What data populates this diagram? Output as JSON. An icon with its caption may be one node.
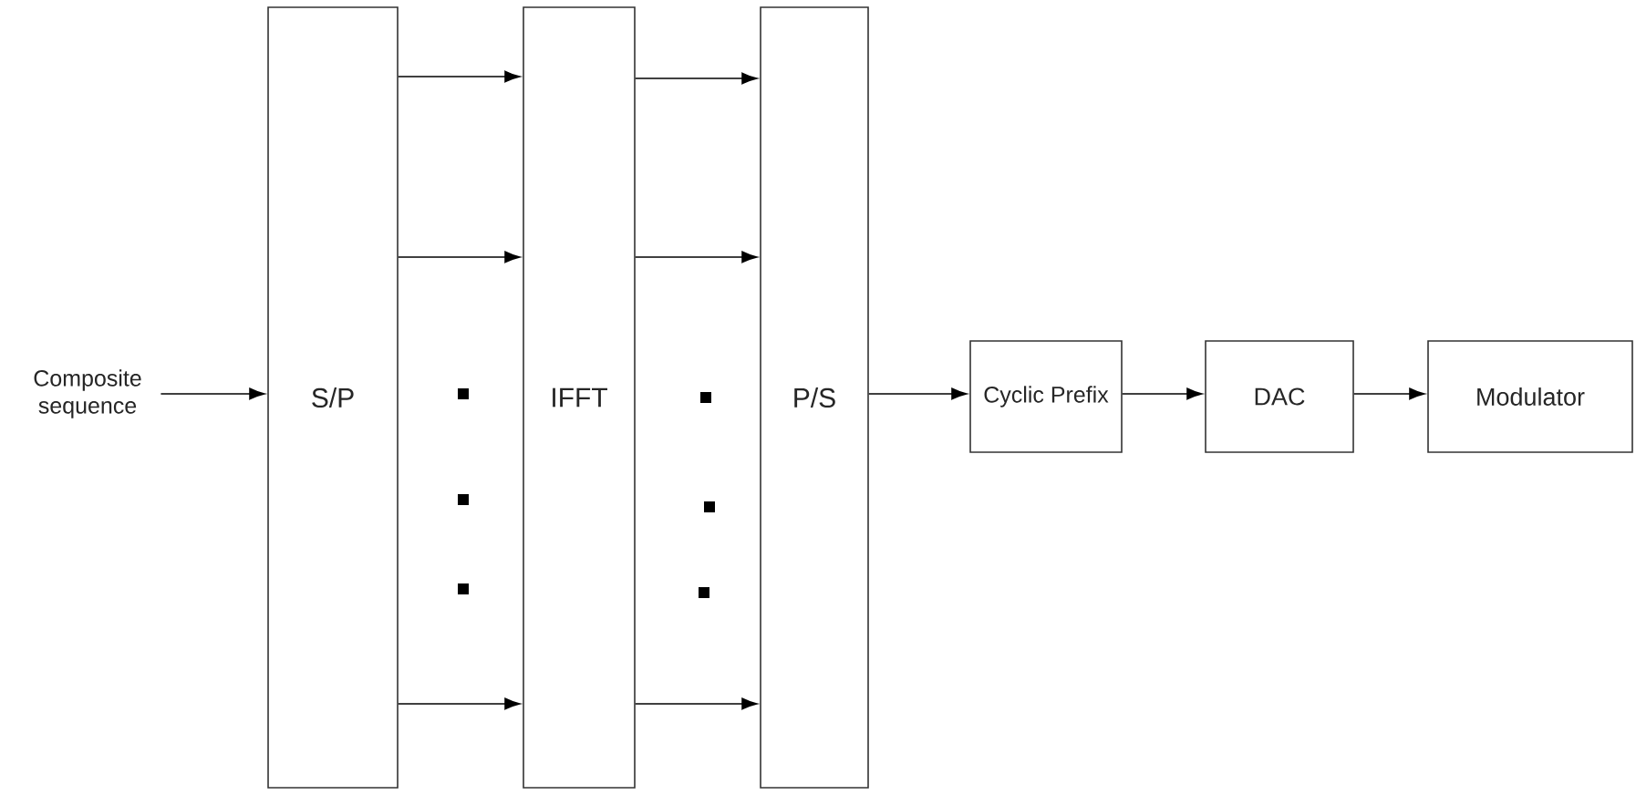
{
  "diagram": {
    "nodes": [
      {
        "text": [
          "Composite sequence"
        ]
      },
      {
        "text": [
          "S/P"
        ]
      },
      {
        "text": [
          "IFFT"
        ]
      },
      {
        "text": [
          "P/S"
        ]
      },
      {
        "text": [
          "Cyclic Prefix"
        ]
      },
      {
        "text": [
          "DAC"
        ]
      },
      {
        "text": [
          "Modulator"
        ]
      }
    ],
    "edges": [
      {
        "from": 0,
        "to": 1,
        "arrow": "to"
      },
      {
        "from": 1,
        "to": 2,
        "arrow": "to"
      },
      {
        "from": 1,
        "to": 2,
        "arrow": "to"
      },
      {
        "from": 1,
        "to": 2,
        "arrow": "to"
      },
      {
        "from": 2,
        "to": 3,
        "arrow": "to"
      },
      {
        "from": 2,
        "to": 3,
        "arrow": "to"
      },
      {
        "from": 2,
        "to": 3,
        "arrow": "to"
      },
      {
        "from": 3,
        "to": 4,
        "arrow": "to"
      },
      {
        "from": 4,
        "to": 5,
        "arrow": "to"
      },
      {
        "from": 5,
        "to": 6,
        "arrow": "to"
      }
    ]
  }
}
